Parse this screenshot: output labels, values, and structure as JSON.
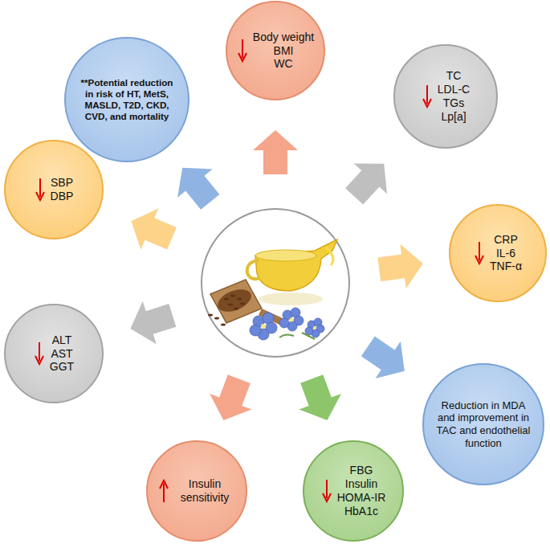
{
  "diagram": {
    "nodes": [
      {
        "text": [
          "Body weight",
          "BMI",
          "WC"
        ]
      },
      {
        "text": [
          "TC",
          "LDL-C",
          "TGs",
          "Lp[a]"
        ]
      },
      {
        "text": [
          "CRP",
          "IL-6",
          "TNF-α"
        ]
      },
      {
        "text": [
          "Reduction in MDA and improvement in TAC and endothelial function"
        ]
      },
      {
        "text": [
          "FBG",
          "Insulin",
          "HOMA-IR",
          "HbA1c"
        ]
      },
      {
        "text": [
          "Insulin sensitivity"
        ]
      },
      {
        "text": [
          "ALT",
          "AST",
          "GGT"
        ]
      },
      {
        "text": [
          "SBP",
          "DBP"
        ]
      },
      {
        "text": [
          "**Potential reduction in risk of HT, MetS, MASLD, T2D, CKD, CVD, and mortality"
        ]
      }
    ]
  }
}
